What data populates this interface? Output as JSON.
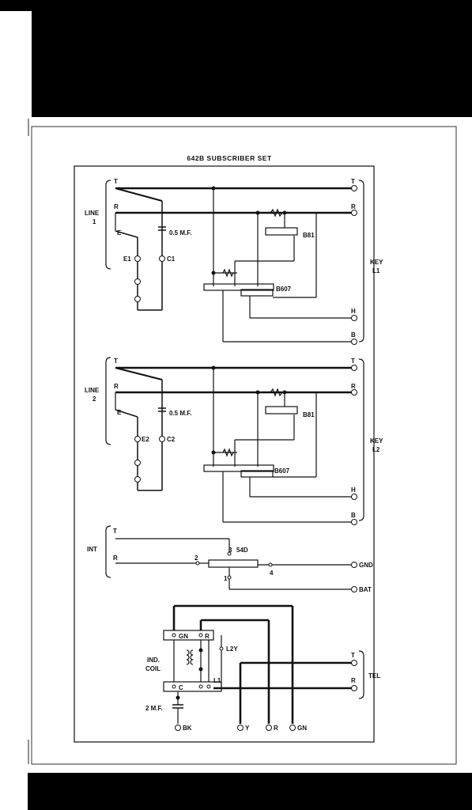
{
  "title": "642B SUBSCRIBER SET",
  "line1": {
    "group": [
      "LINE",
      "1"
    ],
    "left": {
      "t": "T",
      "r": "R",
      "e": "E"
    },
    "cap": "0.5 M.F.",
    "e_label": "E1",
    "c_label": "C1",
    "relay": "B81",
    "key_part": "B607",
    "right": {
      "t": "T",
      "r": "R",
      "h": "H",
      "b": "B"
    },
    "key": [
      "KEY",
      "L1"
    ]
  },
  "line2": {
    "group": [
      "LINE",
      "2"
    ],
    "left": {
      "t": "T",
      "r": "R",
      "e": "E"
    },
    "cap": "0.5 M.F.",
    "e_label": "E2",
    "c_label": "C2",
    "relay": "B81",
    "key_part": "B607",
    "right": {
      "t": "T",
      "r": "R",
      "h": "H",
      "b": "B"
    },
    "key": [
      "KEY",
      "L2"
    ]
  },
  "int": {
    "label": "INT",
    "t": "T",
    "r": "R",
    "switch": "54D",
    "pins": {
      "p1": "1",
      "p2": "2",
      "p3": "3",
      "p4": "4"
    },
    "gnd": "GND",
    "bat": "BAT"
  },
  "bottom": {
    "gn": "GN",
    "r": "R",
    "l2y": "L2Y",
    "coil": [
      "IND.",
      "COIL"
    ],
    "c": "C",
    "l1": "L1",
    "cap": "2 M.F.",
    "bk": "BK",
    "y": "Y",
    "r2": "R",
    "gn2": "GN",
    "tel_t": "T",
    "tel_r": "R",
    "tel": "TEL"
  }
}
